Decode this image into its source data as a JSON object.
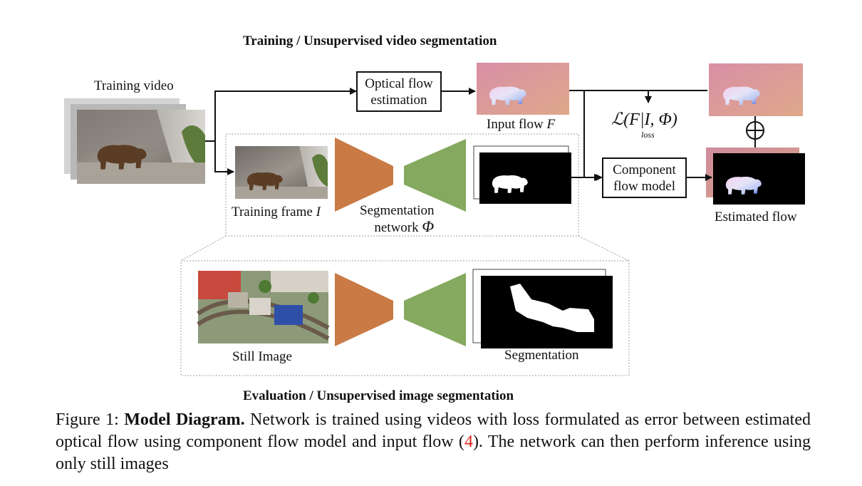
{
  "figure": {
    "top_title": "Training / Unsupervised video segmentation",
    "bottom_title": "Evaluation / Unsupervised image segmentation",
    "training_video_label": "Training video",
    "optical_flow_box": [
      "Optical flow",
      "estimation"
    ],
    "input_flow_label": "Input flow ",
    "input_flow_symbol": "F",
    "training_frame_label": "Training frame ",
    "training_frame_symbol": "I",
    "segmentation_network_label": [
      "Segmentation",
      "network "
    ],
    "segmentation_network_symbol": "Φ",
    "component_flow_box": [
      "Component",
      "flow model"
    ],
    "loss_main": "ℒ(F|I, Φ)",
    "loss_sub": "loss",
    "plus_symbol": "⊕",
    "estimated_flow_label": "Estimated flow",
    "still_image_label": "Still Image",
    "segmentation_label": "Segmentation"
  },
  "caption": {
    "prefix": "Figure 1: ",
    "bold": "Model Diagram.",
    "text_before_ref": " Network is trained using videos with loss formulated as error between estimated optical flow using component flow model and input flow (",
    "ref": "4",
    "text_after_ref": "). The network can then perform inference using only still images"
  },
  "colors": {
    "encoder": "#c97a45",
    "decoder": "#85a95e",
    "flow_background": "#d99a98",
    "ref": "#e0261b"
  }
}
